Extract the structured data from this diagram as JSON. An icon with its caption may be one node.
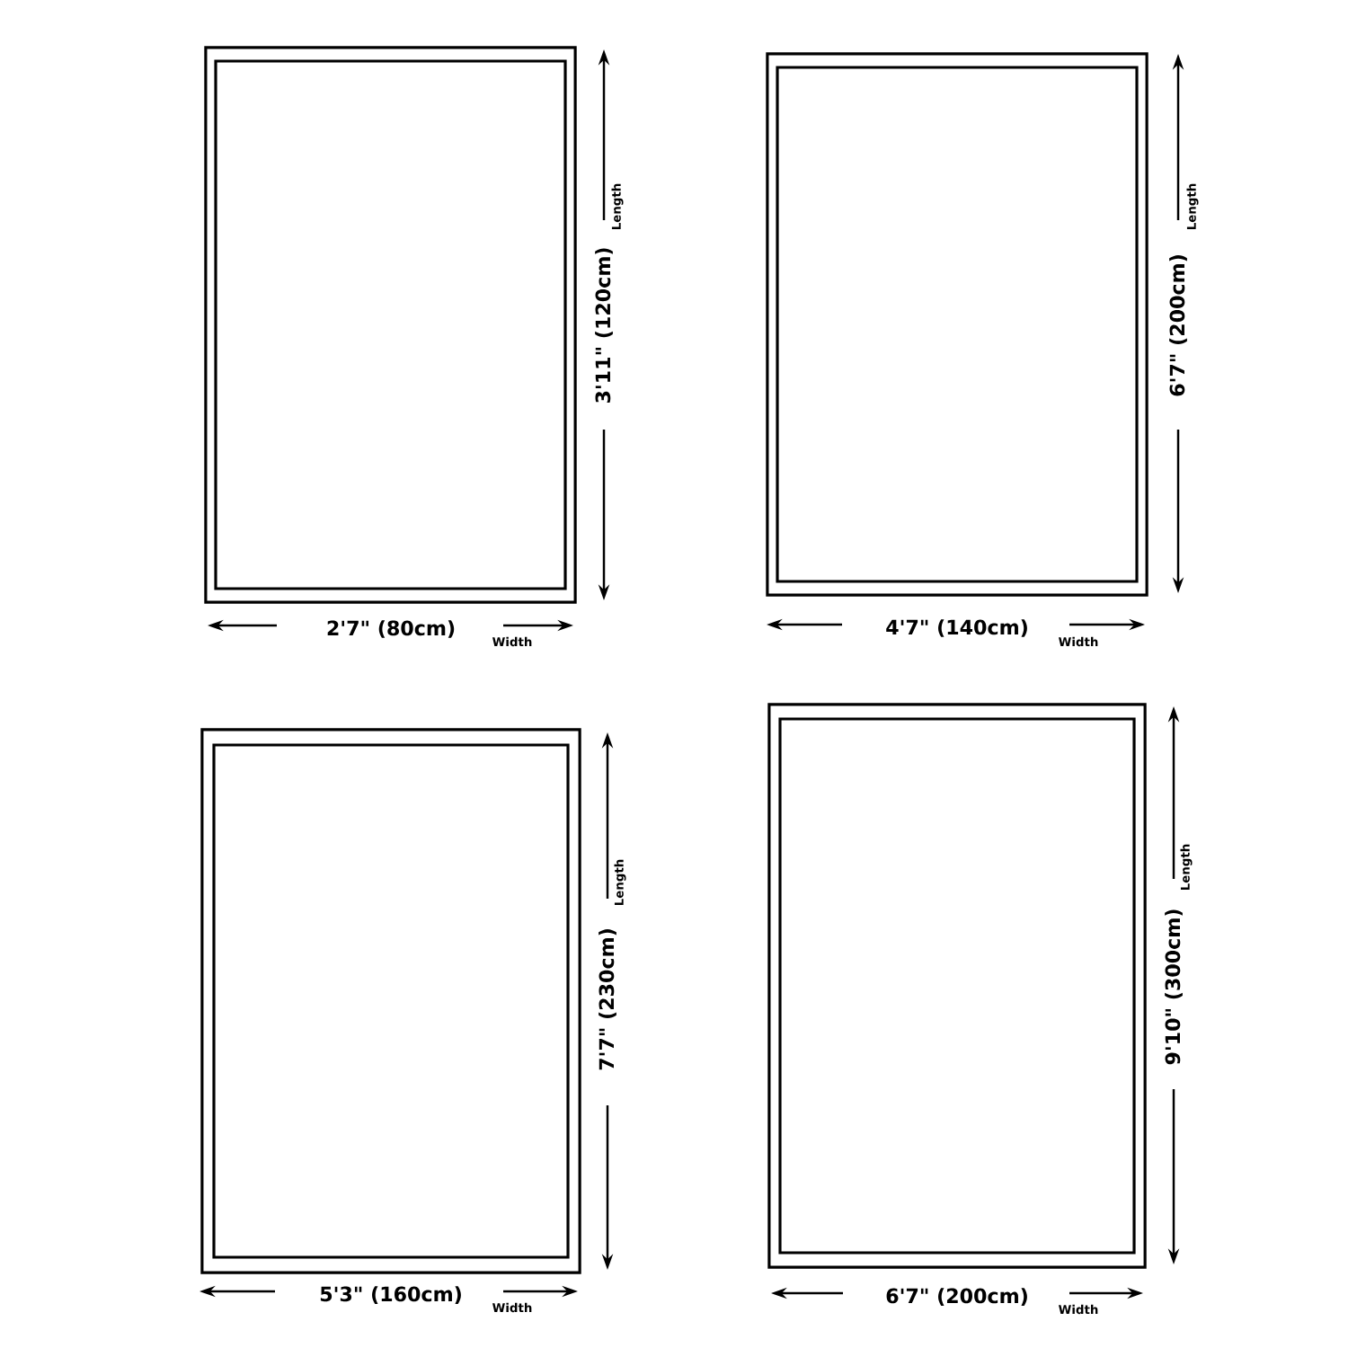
{
  "diagram": {
    "nodes": [
      {
        "text": [],
        "shape": "box"
      },
      {
        "text": [],
        "shape": "box"
      },
      {
        "text": [],
        "shape": "box"
      },
      {
        "text": [],
        "shape": "box"
      }
    ],
    "labels": [
      "Length",
      "3'11\" (120cm)",
      "2'7\" (80cm)",
      "Width",
      "Length",
      "6'7\" (200cm)",
      "4'7\" (140cm)",
      "Width",
      "Length",
      "7'7\" (230cm)",
      "5'3\" (160cm)",
      "Width",
      "Length",
      "9'10\" (300cm)",
      "6'7\" (200cm)",
      "Width"
    ]
  }
}
